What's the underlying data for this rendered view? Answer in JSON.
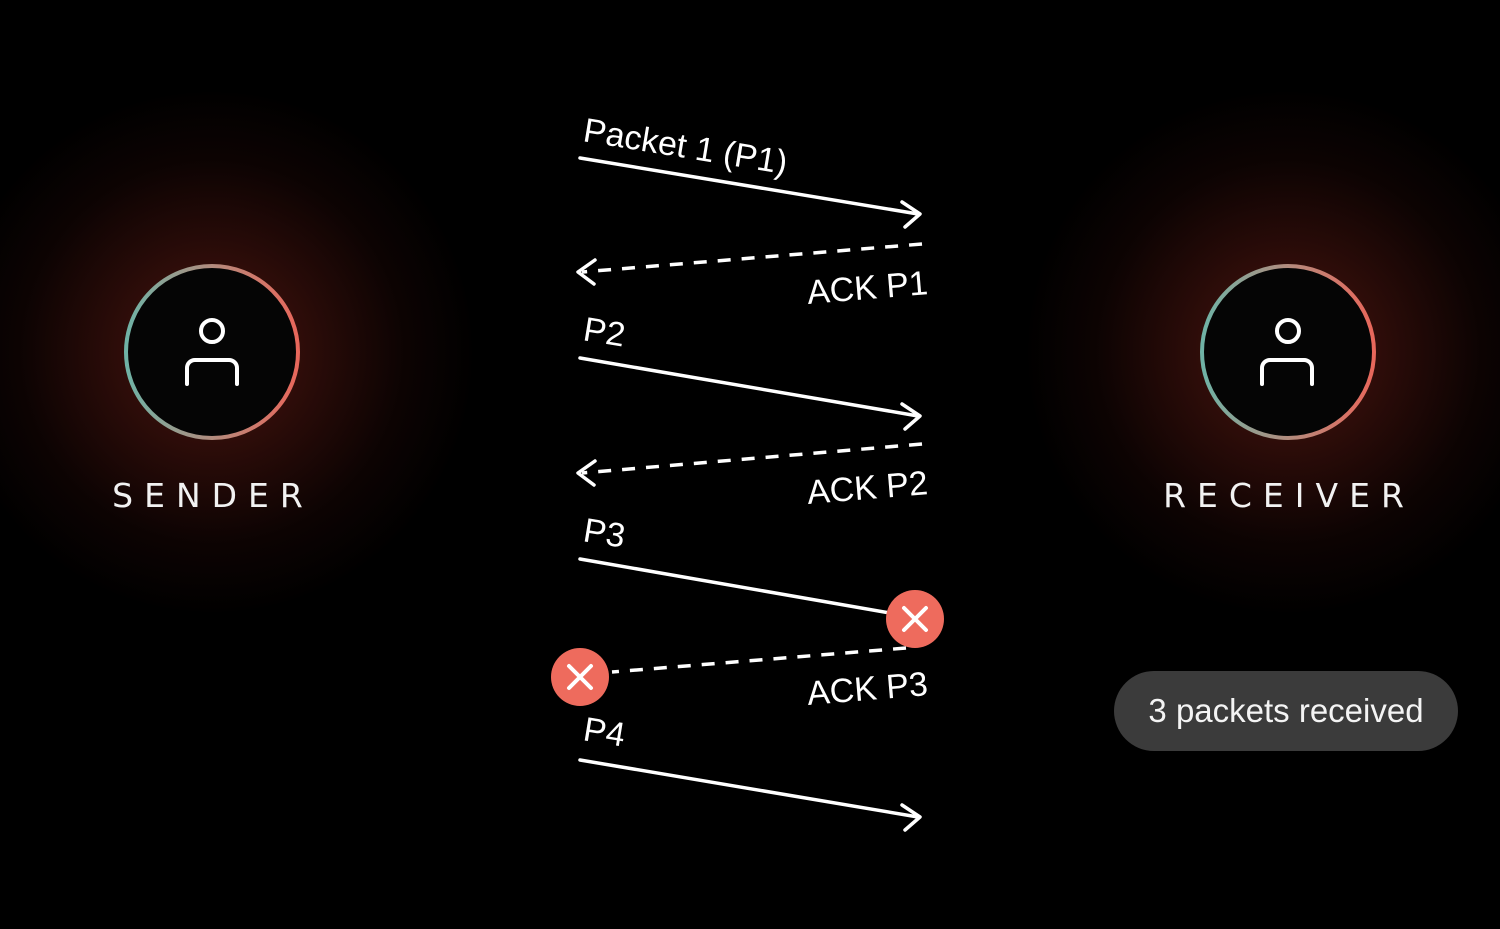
{
  "sender": {
    "label": "SENDER",
    "icon": "person-icon"
  },
  "receiver": {
    "label": "RECEIVER",
    "icon": "person-icon"
  },
  "messages": [
    {
      "label": "Packet 1 (P1)",
      "direction": "sender-to-receiver",
      "style": "solid",
      "lost": false
    },
    {
      "label": "ACK P1",
      "direction": "receiver-to-sender",
      "style": "dashed",
      "lost": false
    },
    {
      "label": "P2",
      "direction": "sender-to-receiver",
      "style": "solid",
      "lost": false
    },
    {
      "label": "ACK P2",
      "direction": "receiver-to-sender",
      "style": "dashed",
      "lost": false
    },
    {
      "label": "P3",
      "direction": "sender-to-receiver",
      "style": "solid",
      "lost": true
    },
    {
      "label": "ACK P3",
      "direction": "receiver-to-sender",
      "style": "dashed",
      "lost": true
    },
    {
      "label": "P4",
      "direction": "sender-to-receiver",
      "style": "solid",
      "lost": false
    }
  ],
  "status": {
    "text": "3 packets received"
  },
  "colors": {
    "background": "#000000",
    "line": "#ffffff",
    "lost_marker": "#ee6b5d",
    "ring_start": "#6fb3a6",
    "ring_end": "#e8675b",
    "glow": "#8c281c",
    "status_bg": "#3b3b3b"
  }
}
